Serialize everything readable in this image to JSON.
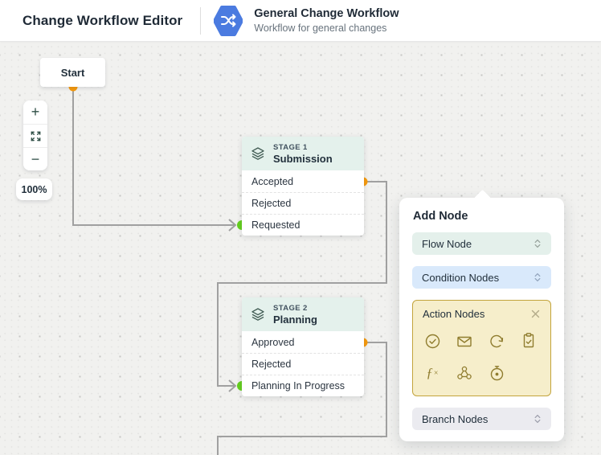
{
  "header": {
    "title": "Change Workflow Editor",
    "workflow": {
      "name": "General Change Workflow",
      "description": "Workflow for general changes"
    }
  },
  "canvas": {
    "start_label": "Start",
    "zoom_level": "100%",
    "zoom_controls": {
      "zoom_in": "+",
      "zoom_out": "−",
      "fit_icon": "expand-arrows"
    }
  },
  "nodes": [
    {
      "stage_label": "STAGE 1",
      "name": "Submission",
      "options": [
        "Accepted",
        "Rejected",
        "Requested"
      ]
    },
    {
      "stage_label": "STAGE 2",
      "name": "Planning",
      "options": [
        "Approved",
        "Rejected",
        "Planning In Progress"
      ]
    }
  ],
  "connections": [
    {
      "from": "Start",
      "to": "Submission / Requested"
    },
    {
      "from": "Submission / Accepted",
      "to": "Planning / Planning In Progress"
    },
    {
      "from": "Planning / Approved",
      "to": "continues below canvas"
    }
  ],
  "add_node_panel": {
    "title": "Add Node",
    "groups": [
      {
        "label": "Flow Node",
        "state": "collapsed"
      },
      {
        "label": "Condition Nodes",
        "state": "collapsed"
      },
      {
        "label": "Action Nodes",
        "state": "expanded",
        "icons": [
          "approval-circle-check",
          "mail-envelope",
          "update-refresh",
          "task-clipboard",
          "custom-function-fx",
          "webhook-share",
          "timer-stopwatch"
        ]
      },
      {
        "label": "Branch Nodes",
        "state": "collapsed"
      }
    ]
  },
  "colors": {
    "accent_orange": "#f79a0c",
    "accent_green": "#64cf1f",
    "wire_gray": "#a0a0a0",
    "brand_blue": "#4b7be0",
    "stage_header_bg": "#e4f1ec",
    "flow_bg": "#e4f0eb",
    "condition_bg": "#d9e9fb",
    "action_bg": "#f6eecb",
    "action_border": "#c3a43c",
    "branch_bg": "#ebebf0"
  }
}
